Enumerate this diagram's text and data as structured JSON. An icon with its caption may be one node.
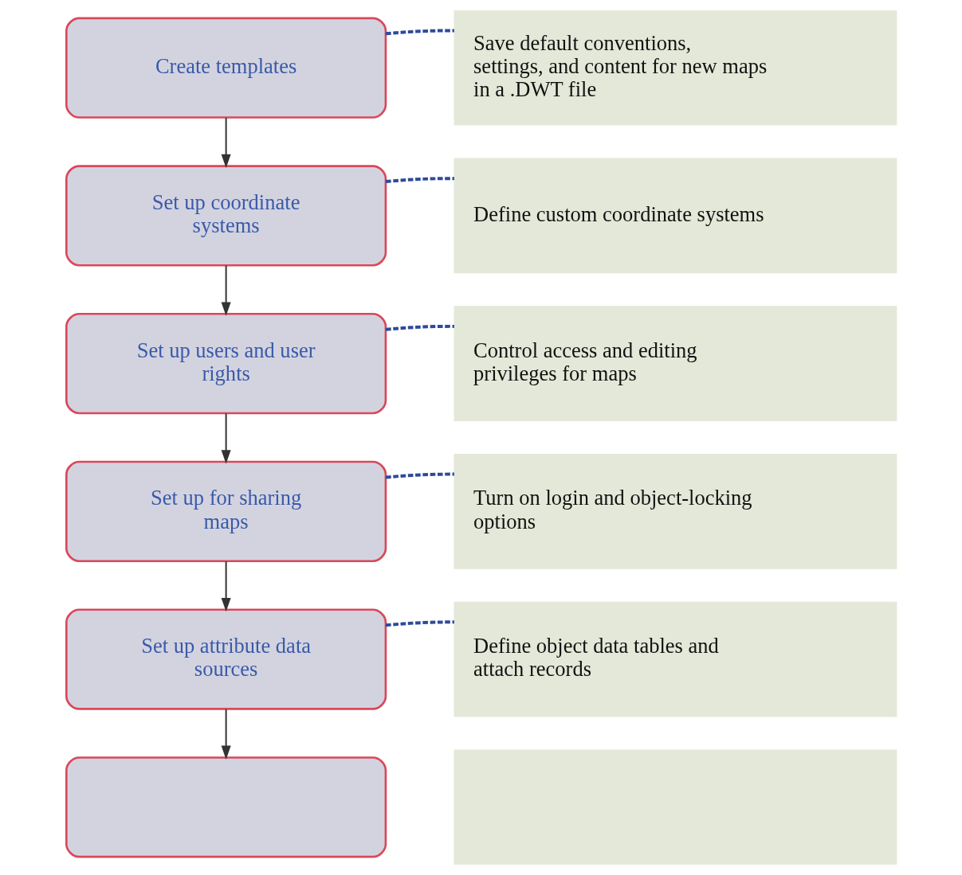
{
  "diagram": {
    "nodes": [
      {
        "text": [
          "Create templates"
        ]
      },
      {
        "text": [
          "Save default conventions, settings, and content for new maps in a .DWT file"
        ]
      },
      {
        "text": [
          "Set up coordinate systems"
        ]
      },
      {
        "text": [
          "Define custom coordinate systems"
        ]
      },
      {
        "text": [
          "Set up users and user rights"
        ]
      },
      {
        "text": [
          "Control access and editing privileges for maps"
        ]
      },
      {
        "text": [
          "Set up for sharing maps"
        ]
      },
      {
        "text": [
          "Turn on login and object-locking options"
        ]
      },
      {
        "text": [
          "Set up attribute data sources"
        ]
      },
      {
        "text": [
          "Define object data tables and attach records"
        ]
      },
      {
        "text": [],
        "shape": "box"
      },
      {
        "text": [],
        "shape": "box"
      }
    ],
    "edges": [
      {
        "from": 0,
        "to": 1,
        "arrow": "none",
        "style": "dashed",
        "color": "#2e4a9a"
      },
      {
        "from": 0,
        "to": 2,
        "arrow": "to",
        "color": "#333333"
      },
      {
        "from": 2,
        "to": 3,
        "arrow": "none",
        "style": "dashed",
        "color": "#2e4a9a"
      },
      {
        "from": 2,
        "to": 4,
        "arrow": "to",
        "color": "#333333"
      },
      {
        "from": 4,
        "to": 5,
        "arrow": "none",
        "style": "dashed",
        "color": "#2e4a9a"
      },
      {
        "from": 4,
        "to": 6,
        "arrow": "to",
        "color": "#333333"
      },
      {
        "from": 6,
        "to": 7,
        "arrow": "none",
        "style": "dashed",
        "color": "#2e4a9a"
      },
      {
        "from": 6,
        "to": 8,
        "arrow": "to",
        "color": "#333333"
      },
      {
        "from": 8,
        "to": 9,
        "arrow": "none",
        "style": "dashed",
        "color": "#2e4a9a"
      },
      {
        "from": 8,
        "to": 10,
        "arrow": "to",
        "color": "#333333"
      }
    ]
  }
}
